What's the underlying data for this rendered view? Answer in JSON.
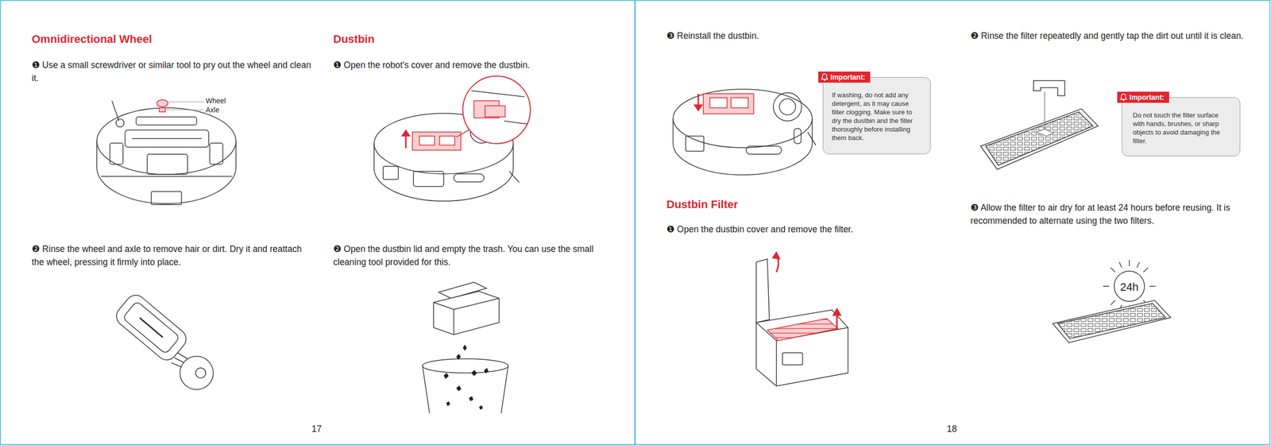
{
  "diagram": {
    "nodes": [
      {
        "text": [
          "Important:",
          "If washing, do not add any detergent, as it may cause filter clogging. Make sure to dry the dustbin and the filter thoroughly before installing them back."
        ]
      },
      {
        "text": [
          "Important:",
          "Do not touch the filter surface with hands, brushes, or sharp objects to avoid damaging the filter."
        ]
      }
    ],
    "labels": [
      "Omnidirectional Wheel",
      "❶ Use a small screwdriver or similar tool to pry out the wheel and clean it.",
      "Wheel",
      "Axle",
      "❷ Rinse the wheel and axle to remove hair or dirt. Dry it and reattach the wheel, pressing it firmly into place.",
      "Dustbin",
      "❶ Open the robot's cover and remove the dustbin.",
      "❷ Open the dustbin lid and empty the trash. You can use the small cleaning tool provided for this.",
      "17",
      "❸ Reinstall the dustbin.",
      "Dustbin Filter",
      "❶ Open the dustbin cover and remove the filter.",
      "18",
      "❷ Rinse the filter repeatedly and gently tap the dirt out until it is clean.",
      "❸ Allow the filter to air dry for at least 24 hours before reusing. It is recommended to alternate using the two filters.",
      "24h"
    ]
  }
}
